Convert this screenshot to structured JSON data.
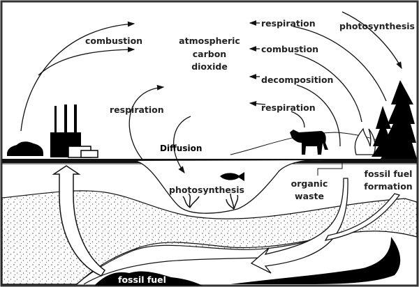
{
  "title": "Carbon cycle",
  "labels": {
    "combustion_left": "combustion",
    "atmosphere_line1": "atmospheric",
    "atmosphere_line2": "carbon",
    "atmosphere_line3": "dioxide",
    "respiration_top": "respiration",
    "combustion_right": "combustion",
    "decomposition": "decomposition",
    "respiration_animal": "respiration",
    "photosynthesis_trees": "photosynthesis",
    "respiration_left": "respiration",
    "diffusion": "Diffusion",
    "photosynthesis_water": "photosynthesis",
    "organic_waste_line1": "organic",
    "organic_waste_line2": "waste",
    "fossil_formation_line1": "fossil fuel",
    "fossil_formation_line2": "formation",
    "fossil_fuel": "fossil fuel"
  },
  "colors": {
    "ink": "#111111",
    "background": "#ffffff",
    "border": "#333333"
  }
}
